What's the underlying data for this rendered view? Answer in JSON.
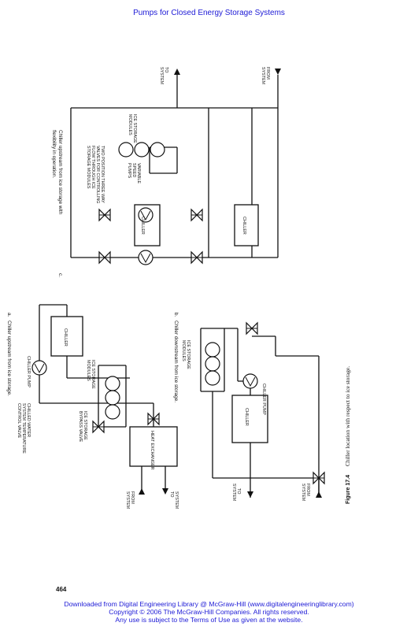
{
  "header": {
    "title": "Pumps for Closed Energy Storage Systems"
  },
  "figure": {
    "caption_label": "Figure 17.4",
    "caption_text": "Chiller location with respect to ice storage.",
    "panel_a": {
      "letter": "a.",
      "caption": "Chiller upstream from ice storage.",
      "chiller": "CHILLER",
      "heat_exchanger": "HEAT EXCHANGER",
      "ice_modules": [
        "ICE STORAGE",
        "MODULES"
      ],
      "bypass_valve": [
        "ICE STORAGE",
        "BYPASS VALVE"
      ],
      "pump": "CHILLER PUMP",
      "control_valve": [
        "CHILLED WATER",
        "SYSTEM TEMPERATURE",
        "CONTROL VALVE"
      ],
      "to_system": [
        "TO",
        "SYSTEM"
      ],
      "from_system": [
        "FROM",
        "SYSTEM"
      ]
    },
    "panel_b": {
      "letter": "b.",
      "caption": "Chiller downstream from ice storage.",
      "chiller": "CHILLER",
      "pump": "CHILLER PUMP",
      "ice_modules": [
        "ICE STORAGE",
        "MODULES"
      ],
      "to_system": [
        "TO",
        "SYSTEM"
      ],
      "from_system": [
        "FROM",
        "SYSTEM"
      ]
    },
    "panel_c": {
      "letter": "c.",
      "caption": [
        "Chiller upstream from ice storage with",
        "flexibility in operation."
      ],
      "chiller_1": "CHILLER",
      "chiller_2": "CHILLER",
      "ice_modules": [
        "ICE STORAGE",
        "MODULES"
      ],
      "pumps": [
        "VARIABLE",
        "SPEED",
        "PUMPS"
      ],
      "valves": [
        "TWO POSITION THREE WAY",
        "VALVES FOR CONTROLLING",
        "FLOW THROUGH ICE",
        "STORAGE MODULES"
      ],
      "to_system": [
        "TO",
        "SYSTEM"
      ],
      "from_system": [
        "FROM",
        "SYSTEM"
      ]
    }
  },
  "page_number": "464",
  "footer": {
    "line1": "Downloaded from Digital Engineering Library @ McGraw-Hill (www.digitalengineeringlibrary.com)",
    "line2": "Copyright © 2006 The McGraw-Hill Companies. All rights reserved.",
    "line3": "Any use is subject to the Terms of Use as given at the website."
  }
}
